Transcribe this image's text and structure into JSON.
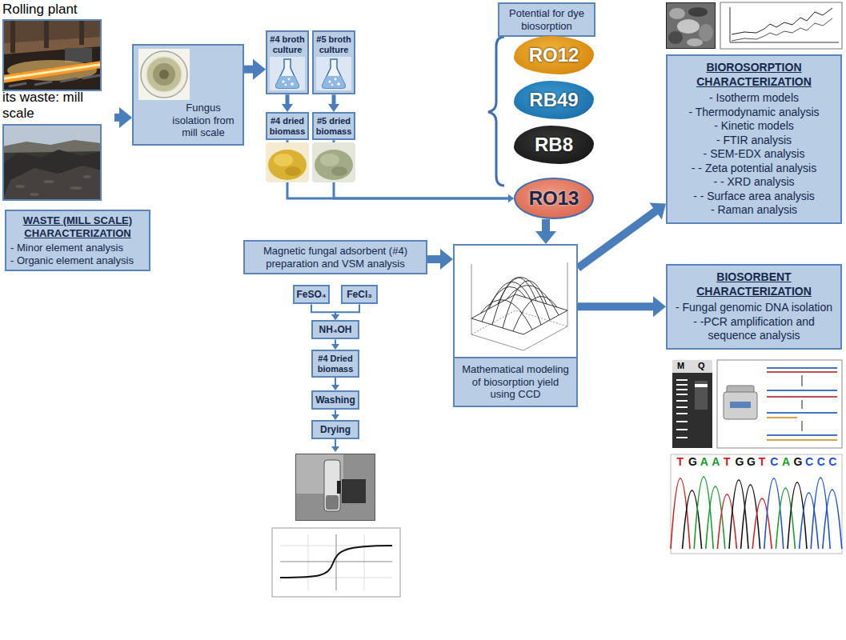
{
  "diagram": {
    "nodes": [
      {
        "text": [
          "Rolling plant"
        ]
      },
      {
        "text": [
          "its waste: mill scale"
        ]
      },
      {
        "text": [
          "WASTE (MILL SCALE) CHARACTERIZATION",
          "- Minor element analysis",
          "- Organic element analysis"
        ]
      },
      {
        "text": [
          "Fungus isolation from mill scale"
        ]
      },
      {
        "text": [
          "#4 broth culture"
        ]
      },
      {
        "text": [
          "#5 broth culture"
        ]
      },
      {
        "text": [
          "#4 dried biomass"
        ]
      },
      {
        "text": [
          "#5 dried biomass"
        ]
      },
      {
        "text": [
          "Potential for dye biosorption"
        ]
      },
      {
        "text": [
          "RO12"
        ]
      },
      {
        "text": [
          "RB49"
        ]
      },
      {
        "text": [
          "RB8"
        ]
      },
      {
        "text": [
          "RO13"
        ]
      },
      {
        "text": [
          "Magnetic fungal adsorbent (#4) preparation and VSM analysis"
        ]
      },
      {
        "text": [
          "FeSO₄"
        ]
      },
      {
        "text": [
          "FeCl₃"
        ]
      },
      {
        "text": [
          "NH₄OH"
        ]
      },
      {
        "text": [
          "#4 Dried biomass"
        ]
      },
      {
        "text": [
          "Washing"
        ]
      },
      {
        "text": [
          "Drying"
        ]
      },
      {
        "text": [
          "Mathematical modeling of biosorption yield using CCD"
        ]
      },
      {
        "text": [
          "BIOROSORPTION CHARACTERIZATION",
          "- Isotherm models",
          "- Thermodynamic analysis",
          "- Kinetic models",
          "- FTIR analysis",
          "- SEM-EDX analysis",
          "- - Zeta potential analysis",
          "- - XRD analysis",
          "- - Surface area analysis",
          "- Raman analysis"
        ]
      },
      {
        "text": [
          "BIOSORBENT CHARACTERIZATION",
          "- Fungal genomic DNA isolation",
          "- -PCR amplification and sequence analysis"
        ]
      }
    ],
    "edges": [
      {
        "from": 1,
        "to": 3,
        "arrow": "to"
      },
      {
        "from": 3,
        "to": 4,
        "arrow": "to"
      },
      {
        "from": 4,
        "to": 6,
        "arrow": "to"
      },
      {
        "from": 5,
        "to": 7,
        "arrow": "to"
      },
      {
        "from": 6,
        "to": 12,
        "arrow": "to"
      },
      {
        "from": 7,
        "to": 12,
        "arrow": "to"
      },
      {
        "from": 12,
        "to": 20,
        "arrow": "to"
      },
      {
        "from": 13,
        "to": 20,
        "arrow": "to"
      },
      {
        "from": 14,
        "to": 16,
        "arrow": "to"
      },
      {
        "from": 15,
        "to": 16,
        "arrow": "to"
      },
      {
        "from": 16,
        "to": 17,
        "arrow": "to"
      },
      {
        "from": 17,
        "to": 18,
        "arrow": "to"
      },
      {
        "from": 18,
        "to": 19,
        "arrow": "to"
      },
      {
        "from": 20,
        "to": 21,
        "arrow": "to"
      },
      {
        "from": 20,
        "to": 22,
        "arrow": "to"
      }
    ],
    "labels": [
      "M",
      "Q",
      "T",
      "G",
      "A",
      "A",
      "T",
      "G",
      "G",
      "T",
      "C",
      "A",
      "G",
      "C",
      "C",
      "C"
    ]
  }
}
